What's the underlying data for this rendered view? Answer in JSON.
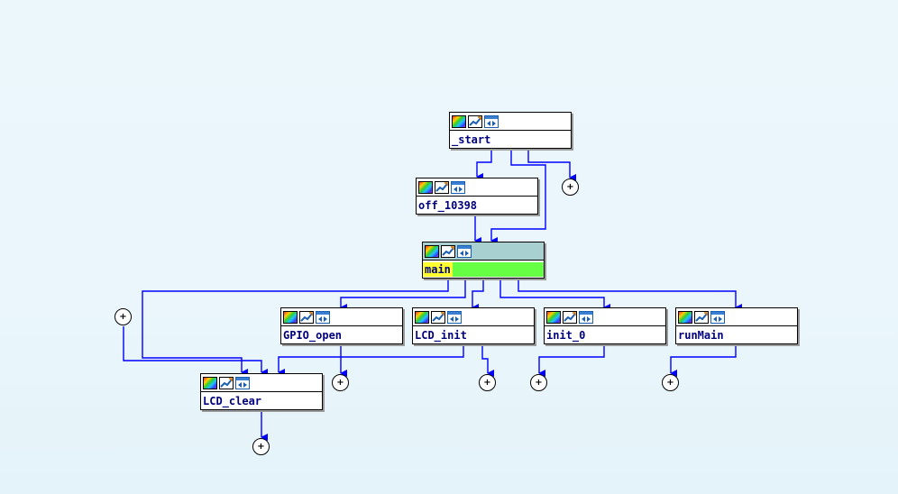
{
  "nodes": {
    "start": "_start",
    "off_10398": "off_10398",
    "main": "main",
    "gpio_open": "GPIO_open",
    "lcd_init": "LCD_init",
    "init_0": "init_0",
    "run_main": "runMain",
    "lcd_clear": "LCD_clear"
  },
  "expand_symbol": "+",
  "colors": {
    "edge": "#0000ff",
    "label": "#00007f",
    "current_header": "#a8d0d0",
    "current_name_highlight": "#ffff30",
    "current_line_highlight": "#66ff44"
  },
  "icons": [
    "graph-overview-icon",
    "rename-icon",
    "xrefs-icon"
  ]
}
